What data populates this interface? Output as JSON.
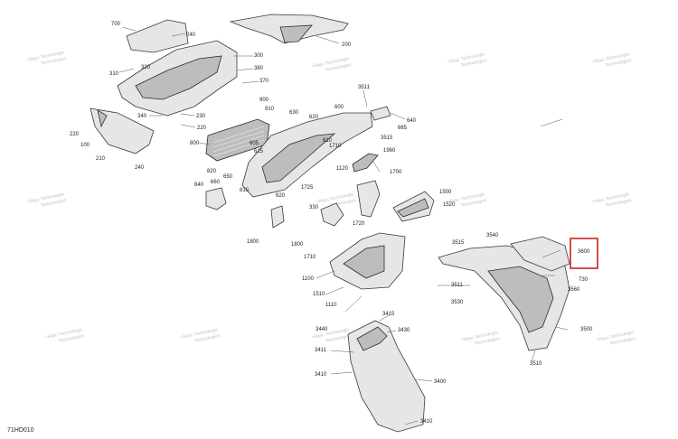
{
  "diagram_code": "71HD010",
  "highlight_color": "#cc1f1f",
  "watermark_lines": [
    "+Rayc Technologie",
    "Technologies"
  ],
  "callouts": [
    {
      "id": "700"
    },
    {
      "id": "240"
    },
    {
      "id": "200"
    },
    {
      "id": "300"
    },
    {
      "id": "380"
    },
    {
      "id": "310"
    },
    {
      "id": "320"
    },
    {
      "id": "370"
    },
    {
      "id": "900"
    },
    {
      "id": "910"
    },
    {
      "id": "340"
    },
    {
      "id": "230"
    },
    {
      "id": "220"
    },
    {
      "id": "220"
    },
    {
      "id": "100"
    },
    {
      "id": "630"
    },
    {
      "id": "620"
    },
    {
      "id": "600"
    },
    {
      "id": "3511"
    },
    {
      "id": "640"
    },
    {
      "id": "665"
    },
    {
      "id": "3515"
    },
    {
      "id": "800"
    },
    {
      "id": "605"
    },
    {
      "id": "615"
    },
    {
      "id": "610"
    },
    {
      "id": "1710"
    },
    {
      "id": "1960"
    },
    {
      "id": "210"
    },
    {
      "id": "240"
    },
    {
      "id": "820"
    },
    {
      "id": "650"
    },
    {
      "id": "660"
    },
    {
      "id": "840"
    },
    {
      "id": "810"
    },
    {
      "id": "620"
    },
    {
      "id": "1120"
    },
    {
      "id": "1700"
    },
    {
      "id": "1725"
    },
    {
      "id": "1500"
    },
    {
      "id": "1520"
    },
    {
      "id": "330"
    },
    {
      "id": "1720"
    },
    {
      "id": "1800"
    },
    {
      "id": "1800"
    },
    {
      "id": "1710"
    },
    {
      "id": "3540"
    },
    {
      "id": "3515"
    },
    {
      "id": "3600"
    },
    {
      "id": "730"
    },
    {
      "id": "1100"
    },
    {
      "id": "3511"
    },
    {
      "id": "3560"
    },
    {
      "id": "1510"
    },
    {
      "id": "3530"
    },
    {
      "id": "1110"
    },
    {
      "id": "3415"
    },
    {
      "id": "3440"
    },
    {
      "id": "3430"
    },
    {
      "id": "3500"
    },
    {
      "id": "3411"
    },
    {
      "id": "3510"
    },
    {
      "id": "3410"
    },
    {
      "id": "3400"
    },
    {
      "id": "3410"
    }
  ]
}
